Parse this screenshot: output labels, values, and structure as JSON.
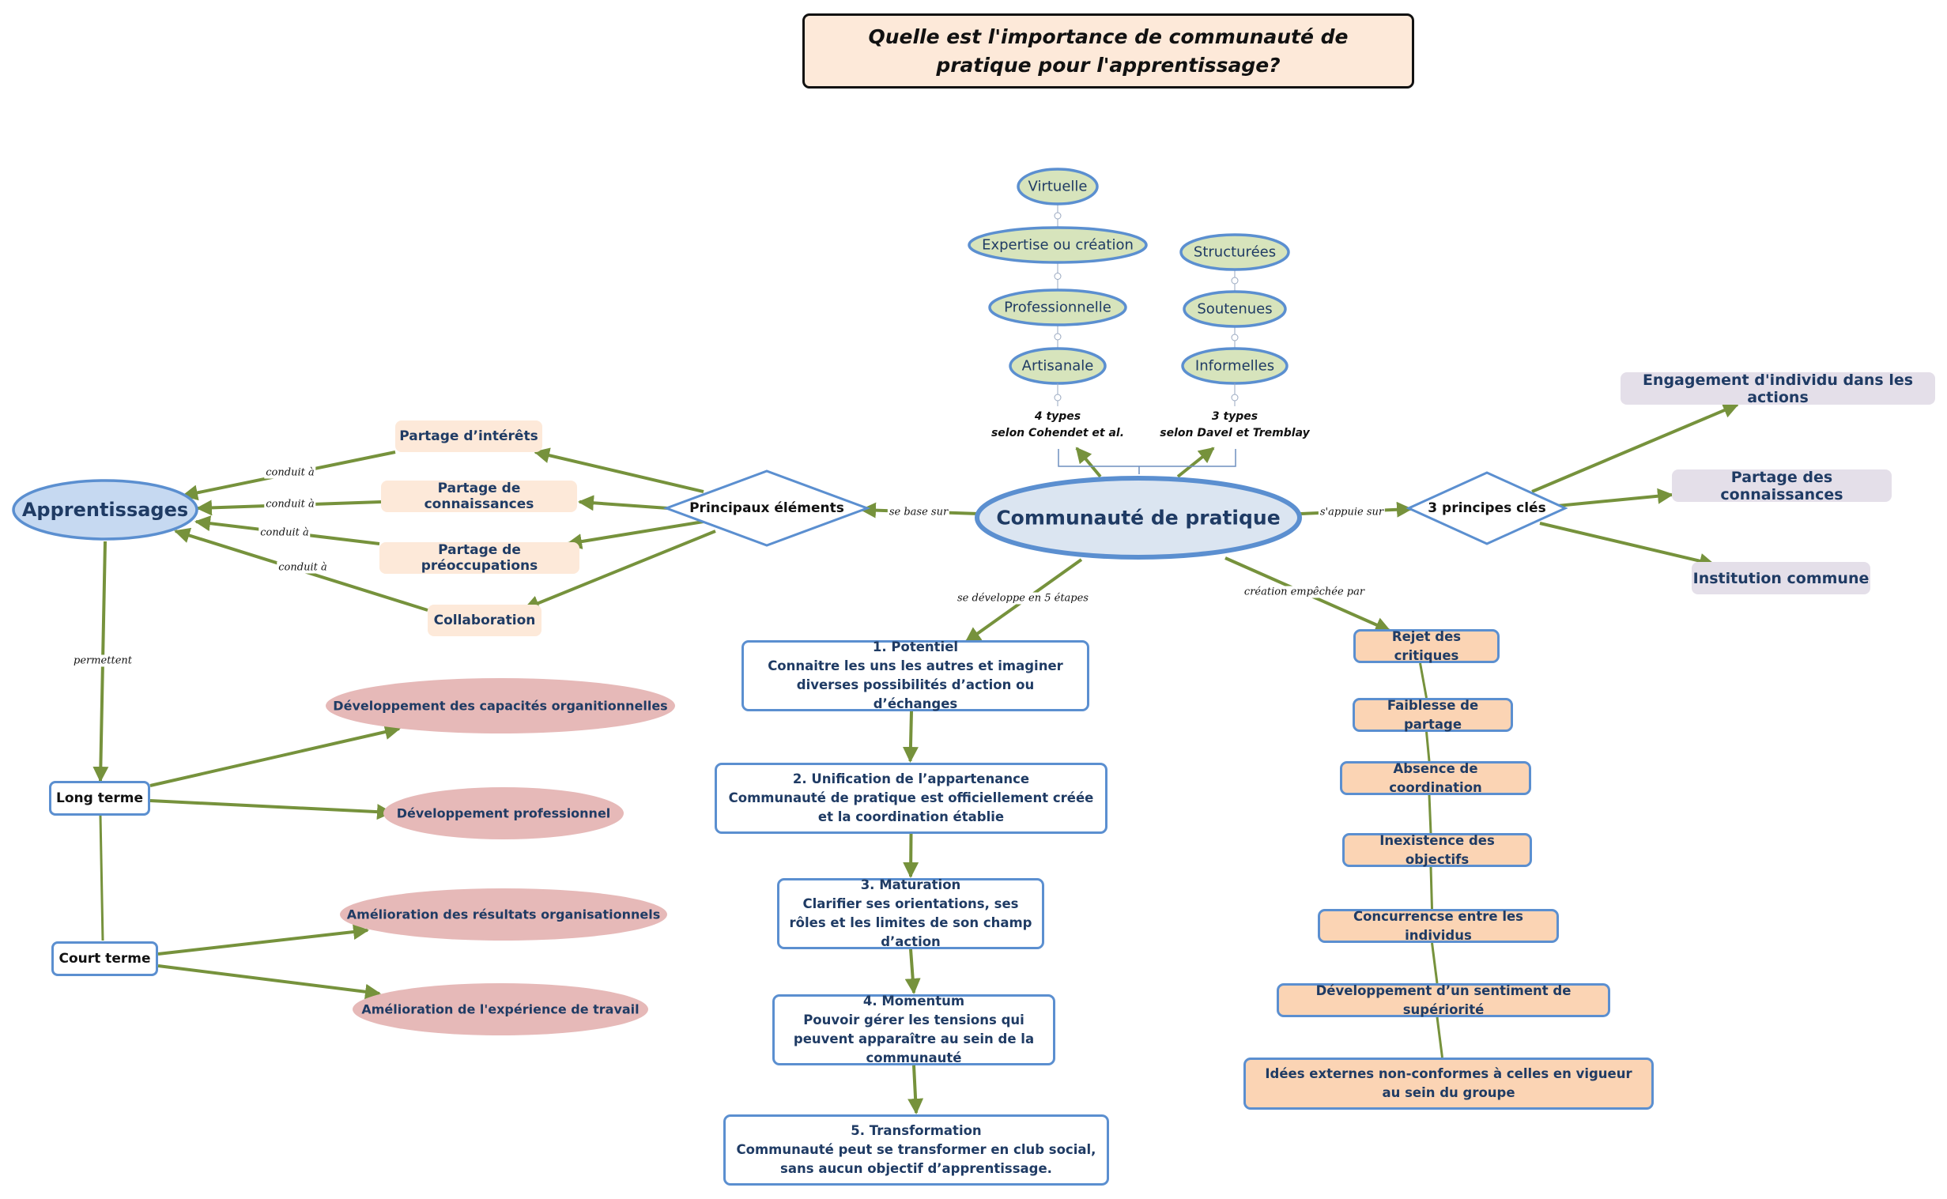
{
  "title": "Quelle est l'importance de communauté de pratique pour l'apprentissage?",
  "colors": {
    "edge": "#76923c",
    "node_border": "#5b8fd0",
    "text_dark_blue": "#1f3b64",
    "central_fill": "#dbe5f1",
    "apprentissages_fill": "#c6d9f1",
    "type_fill": "#d7e4bc",
    "peach_soft": "#fde9d9",
    "peach": "#fbd4b4",
    "lavender": "#e4dfe9",
    "rose": "#e6b9b8"
  },
  "central": {
    "label": "Communauté de pratique"
  },
  "apprentissages": {
    "label": "Apprentissages"
  },
  "principaux": {
    "label": "Principaux éléments",
    "edge_label": "se base sur"
  },
  "principes": {
    "label": "3 principes clés",
    "edge_label": "s'appuie sur"
  },
  "elements": [
    {
      "label": "Partage  d’intérêts",
      "edge_label": "conduit à"
    },
    {
      "label": "Partage de connaissances",
      "edge_label": "conduit à"
    },
    {
      "label": "Partage de préoccupations",
      "edge_label": "conduit à"
    },
    {
      "label": "Collaboration",
      "edge_label": "conduit à"
    }
  ],
  "principles_items": [
    {
      "label": "Engagement d'individu dans les actions"
    },
    {
      "label": "Partage des connaissances"
    },
    {
      "label": "Institution commune"
    }
  ],
  "types_cohendet": {
    "caption_line1": "4 types",
    "caption_line2": "selon Cohendet et al.",
    "items": [
      "Virtuelle",
      "Expertise ou création",
      "Professionnelle",
      "Artisanale"
    ]
  },
  "types_davel": {
    "caption_line1": "3 types",
    "caption_line2": "selon Davel et Tremblay",
    "items": [
      "Structurées",
      "Soutenues",
      "Informelles"
    ]
  },
  "stages": {
    "edge_label": "se développe en 5 étapes",
    "items": [
      {
        "title": "1. Potentiel",
        "body": "Connaitre les uns les autres et imaginer diverses possibilités d’action ou d’échanges"
      },
      {
        "title": "2. Unification de l’appartenance",
        "body": "Communauté de pratique est officiellement créée et la coordination établie"
      },
      {
        "title": "3.  Maturation",
        "body": "Clarifier ses orientations, ses rôles et les limites de son champ d’action"
      },
      {
        "title": "4. Momentum",
        "body": "Pouvoir gérer les tensions qui peuvent apparaître au sein de la communauté"
      },
      {
        "title": "5. Transformation",
        "body": "Communauté peut se transformer en club social, sans aucun objectif d’apprentissage."
      }
    ]
  },
  "obstacles": {
    "edge_label": "création empêchée par",
    "items": [
      "Rejet des critiques",
      "Faiblesse de partage",
      "Absence de coordination",
      "Inexistence des objectifs",
      "Concurrencse entre les individus",
      "Développement d’un sentiment de supériorité",
      "Idées externes non-conformes à celles en vigueur au sein du groupe"
    ]
  },
  "terms": {
    "edge_label": "permettent",
    "long": {
      "label": "Long terme",
      "outcomes": [
        "Développement des capacités organitionnelles",
        "Développement professionnel"
      ]
    },
    "court": {
      "label": "Court terme",
      "outcomes": [
        "Amélioration des résultats organisationnels",
        "Amélioration de l'expérience de travail"
      ]
    }
  }
}
